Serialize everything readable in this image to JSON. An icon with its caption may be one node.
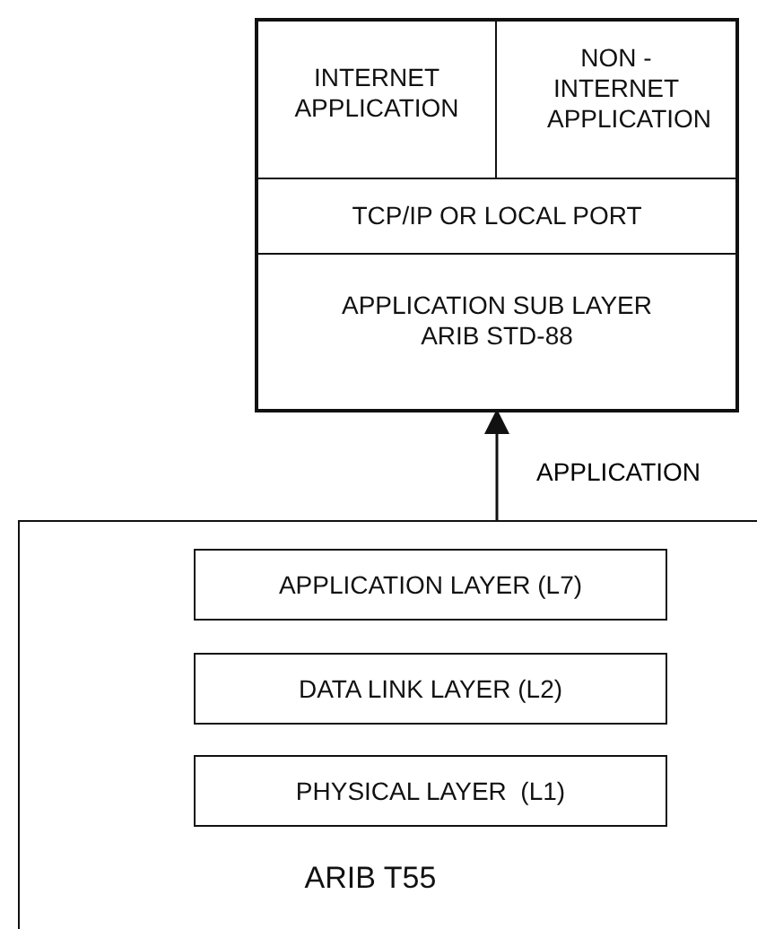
{
  "diagram": {
    "nodes": [
      {
        "text": [],
        "shape": "box"
      },
      {
        "text": [
          "INTERNET APPLICATION"
        ],
        "in": 0
      },
      {
        "text": [
          "NON - INTERNET APPLICATION"
        ],
        "in": 0
      },
      {
        "text": [
          "TCP/IP OR LOCAL PORT"
        ],
        "in": 0
      },
      {
        "text": [
          "APPLICATION SUB LAYER ARIB STD-88"
        ],
        "in": 0
      },
      {
        "text": [
          "ARIB T55"
        ]
      },
      {
        "text": [
          "APPLICATION LAYER (L7)"
        ],
        "in": 5
      },
      {
        "text": [
          "DATA LINK LAYER (L2)"
        ],
        "in": 5
      },
      {
        "text": [
          "PHYSICAL LAYER  (L1)"
        ],
        "in": 5
      }
    ],
    "edges": [
      {
        "from": 5,
        "to": 4,
        "arrow": "to",
        "label": "APPLICATION"
      }
    ]
  }
}
